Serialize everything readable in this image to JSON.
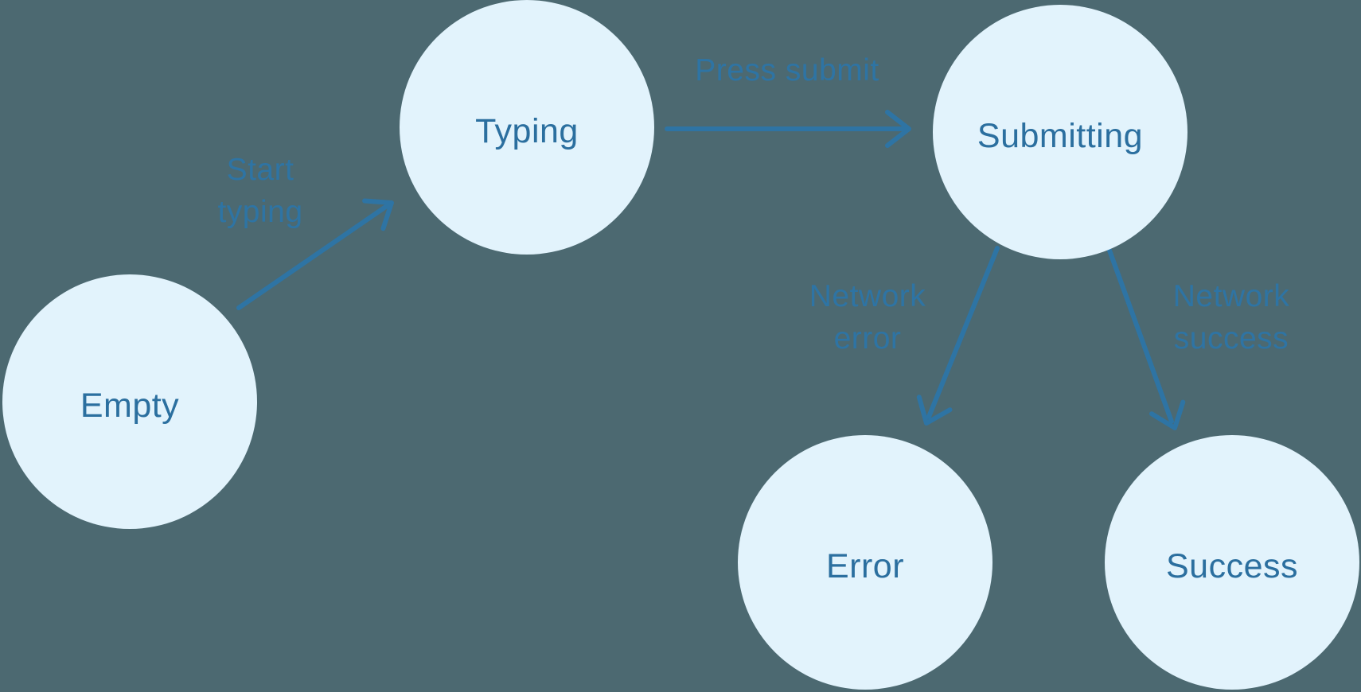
{
  "nodes": [
    {
      "id": "empty",
      "label": "Empty"
    },
    {
      "id": "typing",
      "label": "Typing"
    },
    {
      "id": "submitting",
      "label": "Submitting"
    },
    {
      "id": "error",
      "label": "Error"
    },
    {
      "id": "success",
      "label": "Success"
    }
  ],
  "edges": [
    {
      "from": "empty",
      "to": "typing",
      "label": "Start typing"
    },
    {
      "from": "typing",
      "to": "submitting",
      "label": "Press submit"
    },
    {
      "from": "submitting",
      "to": "error",
      "label": "Network error"
    },
    {
      "from": "submitting",
      "to": "success",
      "label": "Network success"
    }
  ],
  "colors": {
    "background": "#4C6971",
    "node_fill": "#E2F3FC",
    "node_text": "#2B6F9F",
    "edge_text": "#2E74A4",
    "arrow": "#2E74A4"
  }
}
